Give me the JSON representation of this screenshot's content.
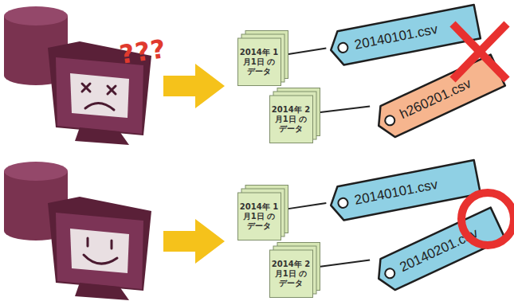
{
  "diagram": {
    "nodes": [
      {
        "text": [
          "2014年 1月1日 のデータ"
        ]
      },
      {
        "text": [
          "20140101.csv"
        ]
      },
      {
        "text": [
          "2014年 2月1日 のデータ"
        ]
      },
      {
        "text": [
          "h260201.csv"
        ]
      },
      {
        "text": [
          "2014年 1月1日 のデータ"
        ]
      },
      {
        "text": [
          "20140101.csv"
        ]
      },
      {
        "text": [
          "2014年 2月1日 のデータ"
        ]
      },
      {
        "text": [
          "20140201.csv"
        ]
      }
    ],
    "edges": [
      {
        "from": 0,
        "to": 1,
        "arrow": "none"
      },
      {
        "from": 2,
        "to": 3,
        "arrow": "none"
      },
      {
        "from": 4,
        "to": 5,
        "arrow": "none"
      },
      {
        "from": 6,
        "to": 7,
        "arrow": "none"
      }
    ],
    "labels": [
      "???"
    ]
  }
}
